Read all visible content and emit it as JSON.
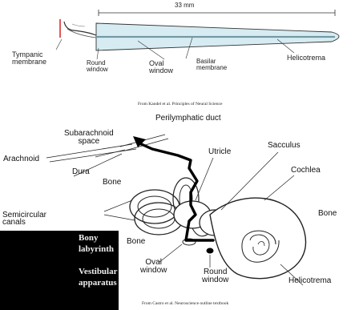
{
  "top_diagram": {
    "length_label": "33 mm",
    "labels": {
      "tympanic_membrane": "Tympanic\nmembrane",
      "round_window": "Round\nwindow",
      "oval_window": "Oval\nwindow",
      "basilar_membrane": "Basilar\nmembrane",
      "helicotrema": "Helicotrema"
    },
    "caption": "From Kandel  et al. Principles of Neural Science"
  },
  "bottom_diagram": {
    "labels": {
      "perilymphatic_duct": "Perilymphatic duct",
      "subarachnoid_space": "Subarachnoid\nspace",
      "arachnoid": "Arachnoid",
      "dura": "Dura",
      "utricle": "Utricle",
      "sacculus": "Sacculus",
      "bone_top": "Bone",
      "cochlea": "Cochlea",
      "bone_right": "Bone",
      "semicircular_canals": "Semicircular\ncanals",
      "bone_bottom": "Bone",
      "oval_window": "Oval\nwindow",
      "round_window": "Round\nwindow",
      "helicotrema": "Helicotrema"
    },
    "caption": "From Castro et al. Neuroscience outline textbook"
  },
  "overlay": {
    "lines": [
      "Bony",
      "labyrinth",
      "",
      "Vestibular",
      "apparatus"
    ]
  }
}
